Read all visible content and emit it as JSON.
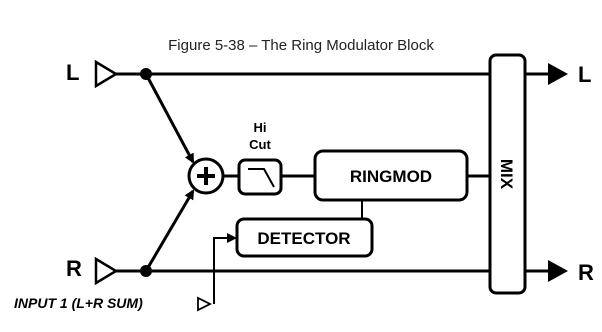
{
  "caption": "Figure 5-38 – The Ring Modulator Block",
  "inputs": {
    "left": "L",
    "right": "R"
  },
  "outputs": {
    "left": "L",
    "right": "R"
  },
  "hicut": {
    "line1": "Hi",
    "line2": "Cut"
  },
  "blocks": {
    "ringmod": "RINGMOD",
    "detector": "DETECTOR",
    "mix": "MIX"
  },
  "sidechain_input": "INPUT 1 (L+R SUM)",
  "icons": [
    "summing-junction-icon",
    "hi-cut-filter-icon",
    "input-triangle-icon",
    "output-arrow-icon"
  ]
}
